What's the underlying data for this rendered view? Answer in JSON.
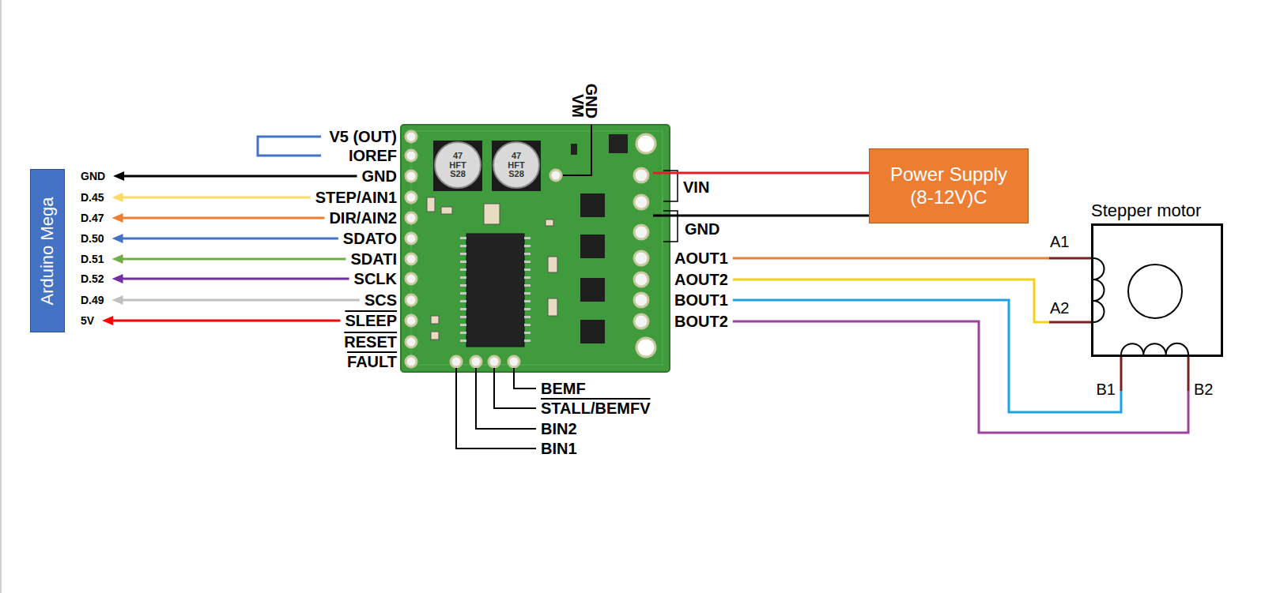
{
  "diagram": {
    "nodes": [
      {
        "text": [
          "Arduino Mega"
        ]
      },
      {
        "text": [
          "Power Supply (8-12V)C"
        ]
      },
      {
        "text": [
          "Stepper motor"
        ]
      }
    ],
    "labels": [
      "GND",
      "D.45",
      "D.47",
      "D.50",
      "D.51",
      "D.52",
      "D.49",
      "5V",
      "V5 (OUT)",
      "IOREF",
      "GND",
      "STEP/AIN1",
      "DIR/AIN2",
      "SDATO",
      "SDATI",
      "SCLK",
      "SCS",
      "SLEEP",
      "RESET",
      "FAULT",
      "VM",
      "GND",
      "VIN",
      "GND",
      "AOUT1",
      "AOUT2",
      "BOUT1",
      "BOUT2",
      "BEMF",
      "STALL/BEMFV",
      "BIN2",
      "BIN1",
      "A1",
      "A2",
      "B1",
      "B2",
      "47 HFT S28",
      "47 HFT S28"
    ]
  }
}
